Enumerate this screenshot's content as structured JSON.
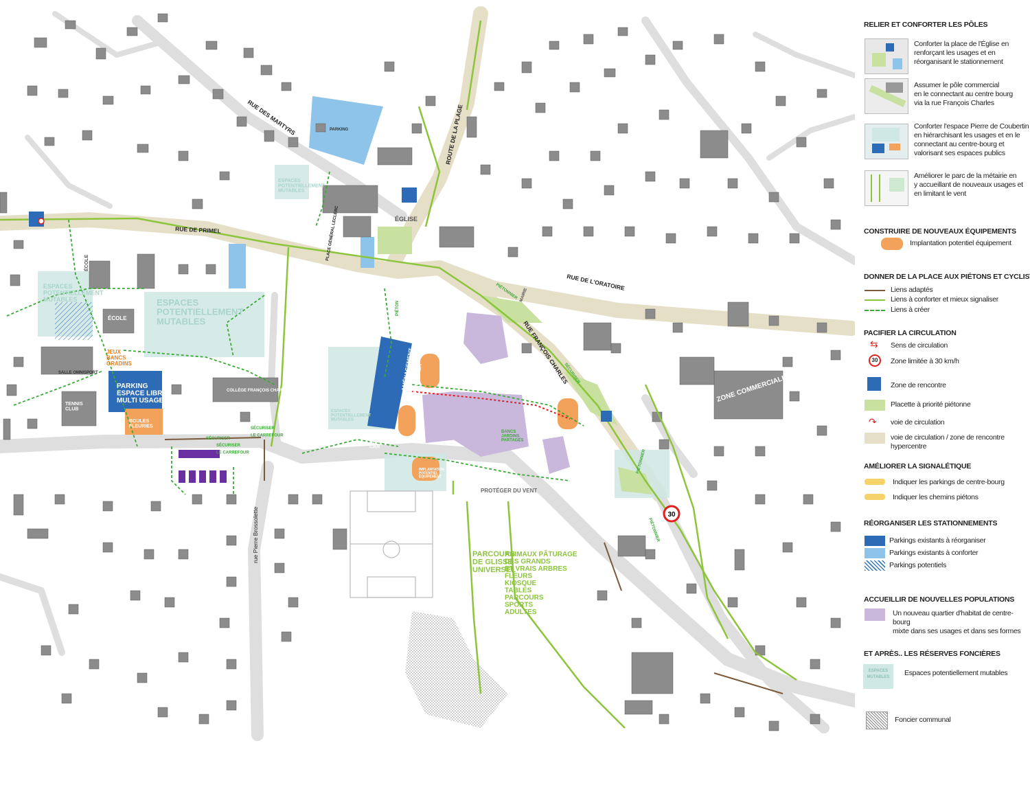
{
  "map_labels": {
    "rue_des_martyrs": "RUE DES MARTYRS",
    "route_de_la_plage": "ROUTE DE LA PLAGE",
    "rue_de_primel": "RUE DE PRIMEL",
    "rue_de_l_oratoire": "RUE DE L'ORATOIRE",
    "rue_francois_charles": "RUE FRANÇOIS CHARLES",
    "rue_pierre_brossolette": "rue Pierre Brossolette",
    "place_general_leclerc": "PLACE GÉNÉRAL LECLERC",
    "parking_top": "PARKING",
    "eglise": "ÉGLISE",
    "ecole_1": "ÉCOLE",
    "ecole_2": "ÉCOLE",
    "espaces_mutables_1": "ESPACES\nPOTENTIELLEMENT\nMUTABLES",
    "espaces_mutables_2": "ESPACES\nPOTENTIELLEMENT\nMUTABLES",
    "espaces_mutables_3": "ESPACES\nPOTENTIELLEMENT\nMUTABLES",
    "espaces_mutables_4": "ESPACES\nPOTENTIELLEMENT\nMUTABLES",
    "jeux": "JEUX\nBANCS\nGRADINS",
    "parking_multi": "PARKING\nESPACE LIBRE\nMULTI USAGES",
    "boules": "BOULES\nFLEURIES",
    "salle_omnisport": "SALLE OMNISPORT",
    "tennis_club": "TENNIS\nCLUB",
    "college": "COLLÈGE FRANÇOIS CHARLES",
    "parking_paysager": "AMÉNAGEMENT\nPARKING\nPAYSAGER",
    "camping_car": "CAMPING\nCAR",
    "zone_commerciale": "ZONE COMMERCIALE",
    "securiser_1": "SÉCURISER",
    "securiser_2": "SÉCURISER\nLE CARREFOUR",
    "securiser_3": "SÉCURISER\nLE CARREFOUR",
    "securiser_4": "SÉCURISER",
    "pietonnier_1": "PIÉTONNIER",
    "pietonnier_2": "PIÉTONNIER",
    "pietonnier_3": "PIÉTONNIER",
    "pieton": "PIÉTON",
    "mairie": "MAIRIE",
    "proteger_du_vent": "PROTÉGER DU VENT",
    "parcours_glisse": "PARCOURS\nDE GLISSE\nUNIVERSEL",
    "animaux": "ANIMAUX PÂTURAGE\nDES GRANDS\nET VRAIS ARBRES\nFLEURS\nKIOSQUE\nTABLES\nPARCOURS\nSPORTS\nADULTES",
    "bancs": "BANCS\nJARDINS\nPARTAGÉS",
    "equipement": "IMPLANTATION\nPOTENTIEL\nÉQUIPEMENT",
    "zone_30": "30"
  },
  "legend": {
    "s1_title": "RELIER ET CONFORTER LES PÔLES",
    "s1_items": [
      "Conforter la place de l'Église en\nrenforçant les usages et en\nréorganisant le stationnement",
      "Assumer le pôle commercial\nen le connectant au centre bourg\nvia la rue François Charles",
      "Conforter l'espace Pierre de Coubertin\nen hiérarchisant les usages et en le\nconnectant au centre-bourg et\nvalorisant ses espaces publics",
      "Améliorer le parc de la métairie en\ny accueillant de nouveaux usages et\nen limitant le vent"
    ],
    "s2_title": "CONSTRUIRE DE NOUVEAUX ÉQUIPEMENTS",
    "s2_items": [
      "Implantation potentiel équipement"
    ],
    "s3_title": "DONNER DE LA PLACE AUX PIÉTONS ET CYCLISTES",
    "s3_items": [
      "Liens adaptés",
      "Liens à conforter et mieux signaliser",
      "Liens à créer"
    ],
    "s4_title": "PACIFIER LA CIRCULATION",
    "s4_items": [
      "Sens de circulation",
      "Zone limitée à 30 km/h",
      "Zone de rencontre",
      "Placette à priorité piétonne",
      "voie de circulation",
      "voie de circulation / zone de rencontre hypercentre"
    ],
    "s5_title": "AMÉLIORER LA SIGNALÉTIQUE",
    "s5_items": [
      "Indiquer les parkings de centre-bourg",
      "Indiquer les chemins piétons"
    ],
    "s6_title": "RÉORGANISER LES STATIONNEMENTS",
    "s6_items": [
      "Parkings existants à réorganiser",
      "Parkings existants à conforter",
      "Parkings potentiels"
    ],
    "s7_title": "ACCUEILLIR DE NOUVELLES POPULATIONS",
    "s7_items": [
      "Un nouveau quartier d'habitat de centre-bourg\nmixte dans ses usages et dans ses formes"
    ],
    "s8_title": "ET APRÈS.. LES RÉSERVES FONCIÈRES",
    "s8_items": [
      "Espaces potentiellement mutables"
    ],
    "s9_items": [
      "Foncier communal"
    ],
    "zone30_symbol": "30",
    "swatch_mutable_label": "ESPACES\nMUTABLES"
  },
  "colors": {
    "road": "#dcdcdc",
    "hypercentre": "#e6dfc8",
    "link_adapted": "#7a5a3a",
    "link_conforter": "#8cc43c",
    "link_create": "#3aaa35",
    "parking_reorg": "#2e6bb7",
    "parking_conforter": "#8ec4ea",
    "equipement": "#f2a25a",
    "housing": "#c9b8dc",
    "mutable": "#cfe8e3",
    "pedestrian_square": "#c8e0a0",
    "traffic": "#e02020"
  }
}
